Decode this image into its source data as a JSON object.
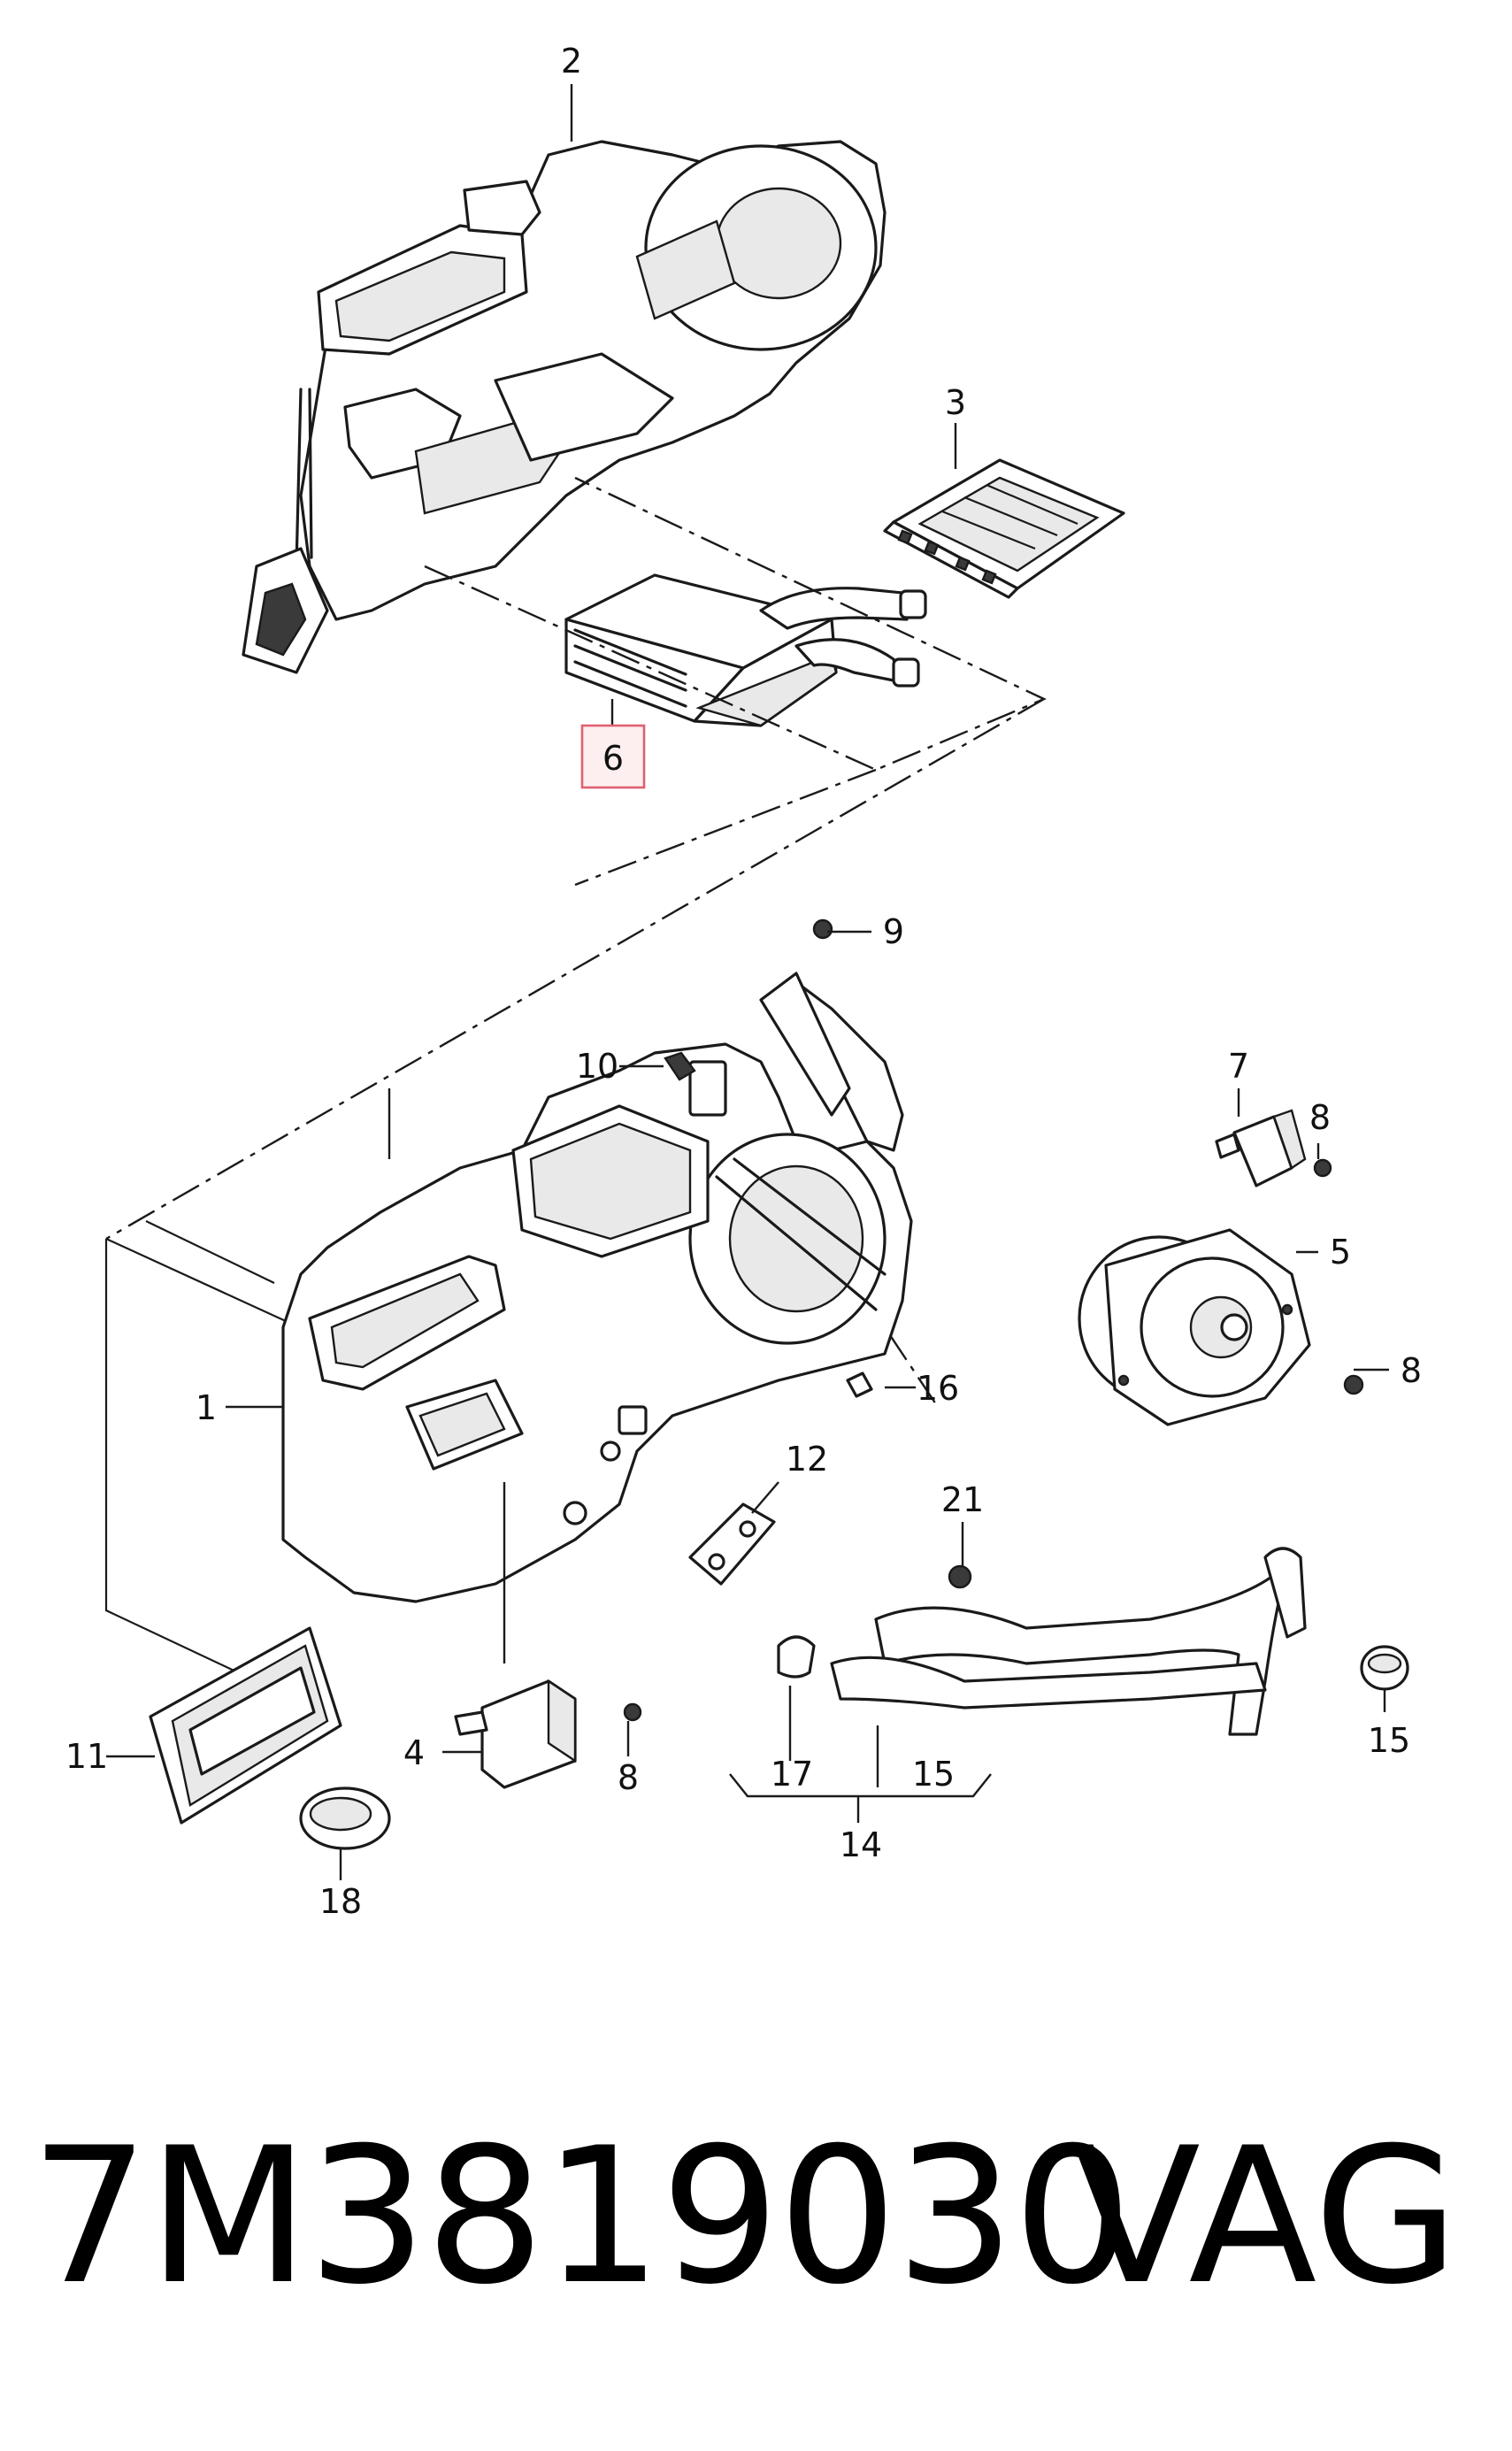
{
  "diagram": {
    "callouts": {
      "c1": "1",
      "c2": "2",
      "c3": "3",
      "c4": "4",
      "c5": "5",
      "c6": "6",
      "c7": "7",
      "c8a": "8",
      "c8b": "8",
      "c8c": "8",
      "c9": "9",
      "c10": "10",
      "c11": "11",
      "c12": "12",
      "c14": "14",
      "c15a": "15",
      "c15b": "15",
      "c16": "16",
      "c17": "17",
      "c18": "18",
      "c21": "21"
    },
    "highlighted_callout": "6",
    "highlight_color": "#e06070"
  },
  "footer": {
    "part_number": "7M3819030",
    "brand": "VAG"
  }
}
